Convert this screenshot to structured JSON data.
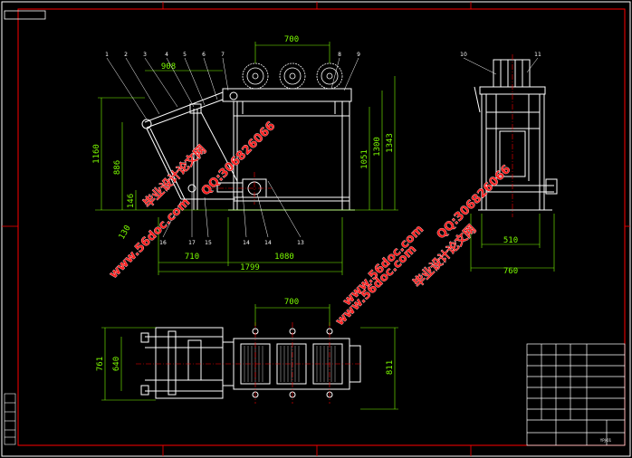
{
  "sheet": {
    "title_box_text": "",
    "drawing_number": "YPJ-01"
  },
  "dimensions": {
    "front": {
      "top_width": "700",
      "diag_top": "908",
      "height_total": "1160",
      "height_mid": "886",
      "height_frame": "1051",
      "height_r1": "1300",
      "height_r2": "1343",
      "small_a": "146",
      "small_b": "130",
      "bottom_left": "710",
      "bottom_right": "1080",
      "overall": "1799"
    },
    "side": {
      "inner": "510",
      "outer": "760"
    },
    "plan": {
      "top_width": "700",
      "left_outer": "761",
      "left_inner": "640",
      "right": "811"
    }
  },
  "callouts": {
    "front_top": [
      "1",
      "2",
      "3",
      "4",
      "5",
      "6",
      "7",
      "8",
      "9"
    ],
    "front_bottom": [
      "16",
      "17",
      "15",
      "14",
      "14",
      "13"
    ],
    "side_top": [
      "10",
      "11"
    ]
  },
  "watermarks": [
    {
      "text": "毕业设计论文网",
      "kind": "cn"
    },
    {
      "text": "www.56doc.com",
      "kind": "url"
    },
    {
      "text": "QQ:306826066",
      "kind": "qq"
    },
    {
      "text": "QQ:306826066",
      "kind": "qq"
    },
    {
      "text": "www.56doc.com",
      "kind": "url"
    },
    {
      "text": "毕业设计论文网",
      "kind": "cn"
    },
    {
      "text": "www.56doc.com",
      "kind": "url"
    }
  ],
  "colors": {
    "background": "#000000",
    "border": "#ff0000",
    "lines": "#ffffff",
    "dimensions": "#7CFC00",
    "centerlines": "#ff0000",
    "watermark": "#ff2020"
  }
}
